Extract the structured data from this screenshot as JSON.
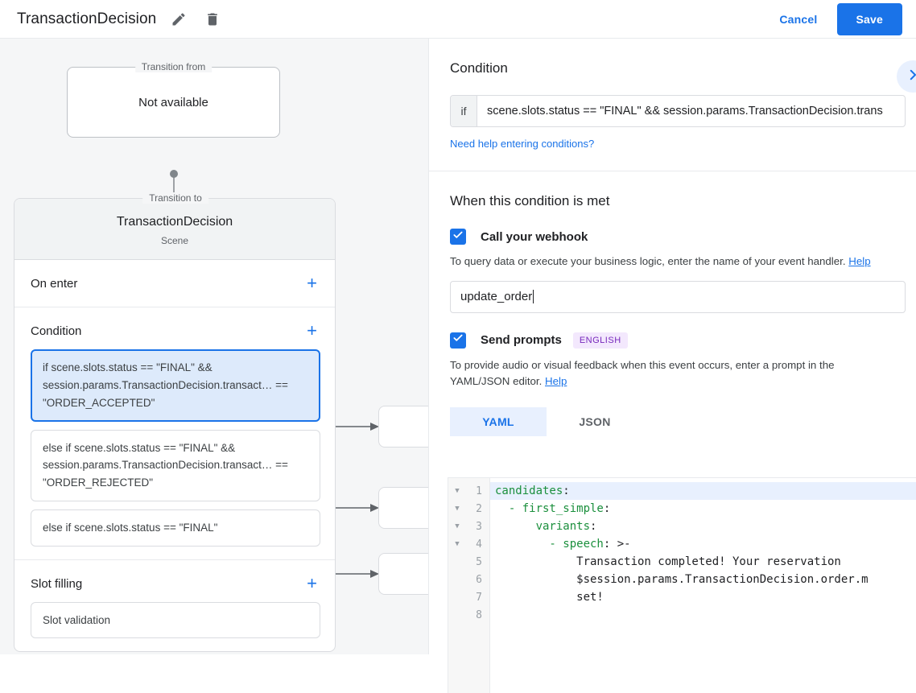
{
  "topbar": {
    "title": "TransactionDecision",
    "edit_icon": "pencil-icon",
    "delete_icon": "trash-icon",
    "cancel_label": "Cancel",
    "save_label": "Save"
  },
  "graph": {
    "transition_from": {
      "legend": "Transition from",
      "value": "Not available"
    },
    "transition_to": {
      "legend": "Transition to",
      "name": "TransactionDecision",
      "type": "Scene"
    },
    "sections": [
      {
        "title": "On enter",
        "add": "+"
      },
      {
        "title": "Condition",
        "add": "+"
      },
      {
        "title": "Slot filling",
        "add": "+"
      }
    ],
    "conditions": [
      {
        "text": "if scene.slots.status == \"FINAL\" && session.params.TransactionDecision.transact… == \"ORDER_ACCEPTED\"",
        "selected": true
      },
      {
        "text": "else if scene.slots.status == \"FINAL\" && session.params.TransactionDecision.transact… == \"ORDER_REJECTED\"",
        "selected": false
      },
      {
        "text": "else if scene.slots.status == \"FINAL\"",
        "selected": false
      }
    ],
    "slot_filling": [
      {
        "text": "Slot validation"
      }
    ]
  },
  "detail": {
    "heading": "Condition",
    "expand_icon": "chevron-right-icon",
    "condition": {
      "if_label": "if",
      "value": "scene.slots.status == \"FINAL\" && session.params.TransactionDecision.trans",
      "help_link": "Need help entering conditions?"
    },
    "when_met_heading": "When this condition is met",
    "webhook": {
      "checked": true,
      "label": "Call your webhook",
      "hint": "To query data or execute your business logic, enter the name of your event handler.",
      "hint_link": "Help",
      "handler_value": "update_order"
    },
    "prompts": {
      "checked": true,
      "label": "Send prompts",
      "language_badge": "ENGLISH",
      "hint": "To provide audio or visual feedback when this event occurs, enter a prompt in the YAML/JSON editor.",
      "hint_link": "Help",
      "tabs": [
        {
          "label": "YAML",
          "active": true
        },
        {
          "label": "JSON",
          "active": false
        }
      ]
    },
    "editor": {
      "lines": [
        {
          "no": "1",
          "fold": true,
          "active": true,
          "key": "candidates",
          "rest": ":"
        },
        {
          "no": "2",
          "fold": true,
          "active": false,
          "key": "  - first_simple",
          "rest": ":"
        },
        {
          "no": "3",
          "fold": true,
          "active": false,
          "key": "      variants",
          "rest": ":"
        },
        {
          "no": "4",
          "fold": true,
          "active": false,
          "key": "        - speech",
          "rest": ": >-"
        },
        {
          "no": "5",
          "fold": false,
          "active": false,
          "key": "",
          "rest": "            Transaction completed! Your reservation"
        },
        {
          "no": "6",
          "fold": false,
          "active": false,
          "key": "",
          "rest": "            $session.params.TransactionDecision.order.m"
        },
        {
          "no": "7",
          "fold": false,
          "active": false,
          "key": "",
          "rest": "            set!"
        },
        {
          "no": "8",
          "fold": false,
          "active": false,
          "key": "",
          "rest": ""
        }
      ]
    }
  },
  "colors": {
    "accent": "#1a73e8",
    "selected_fill": "#ddeafb",
    "badge_bg": "#f3e8fd",
    "badge_fg": "#7627bb",
    "code_key": "#1a8f3c"
  }
}
